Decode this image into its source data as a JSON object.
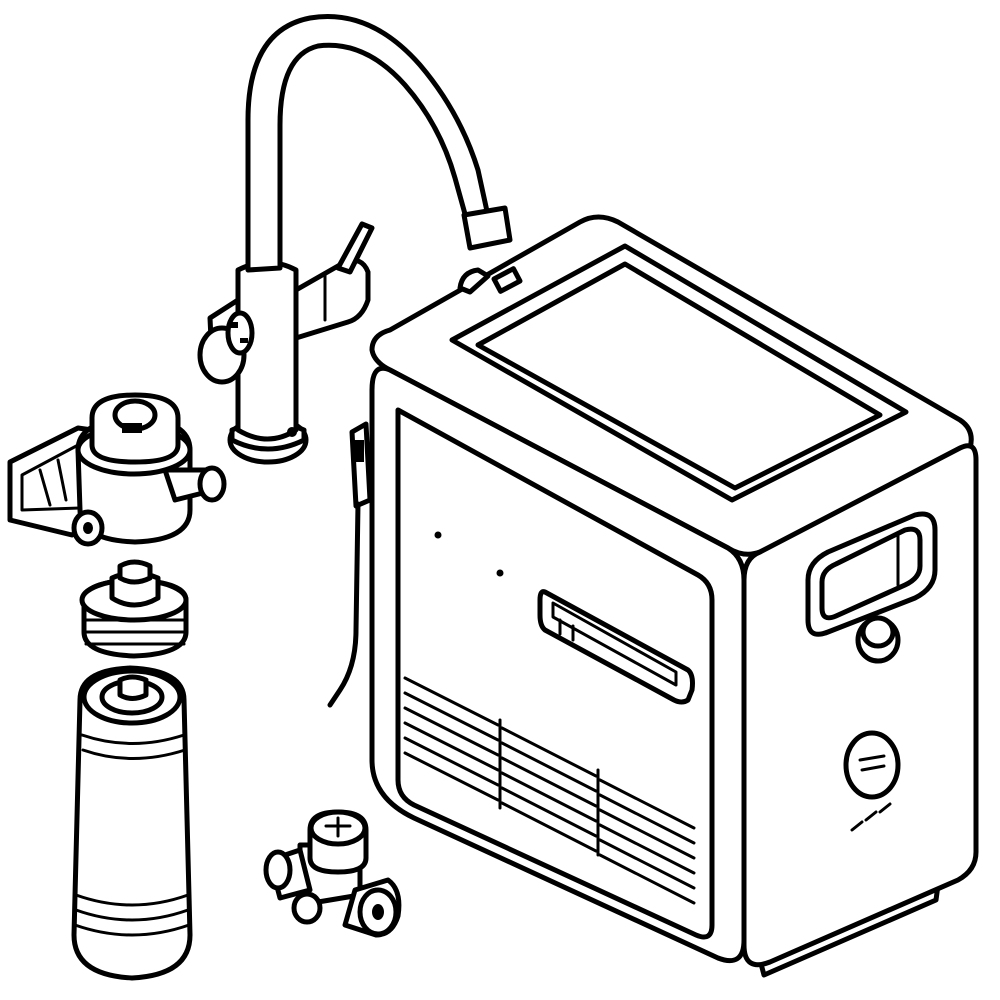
{
  "figure": {
    "type": "exploded-assembly-illustration",
    "colors": {
      "line": "#000000",
      "background": "#ffffff"
    },
    "parts": [
      {
        "id": "faucet",
        "icon": "gooseneck-faucet-icon"
      },
      {
        "id": "filter-head",
        "icon": "filter-head-bracket-icon"
      },
      {
        "id": "filter-cap",
        "icon": "filter-cap-icon"
      },
      {
        "id": "filter-cartridge",
        "icon": "filter-cartridge-icon"
      },
      {
        "id": "pressure-valve",
        "icon": "pressure-valve-icon"
      },
      {
        "id": "boiler-unit",
        "icon": "water-heater-tank-icon"
      }
    ]
  }
}
